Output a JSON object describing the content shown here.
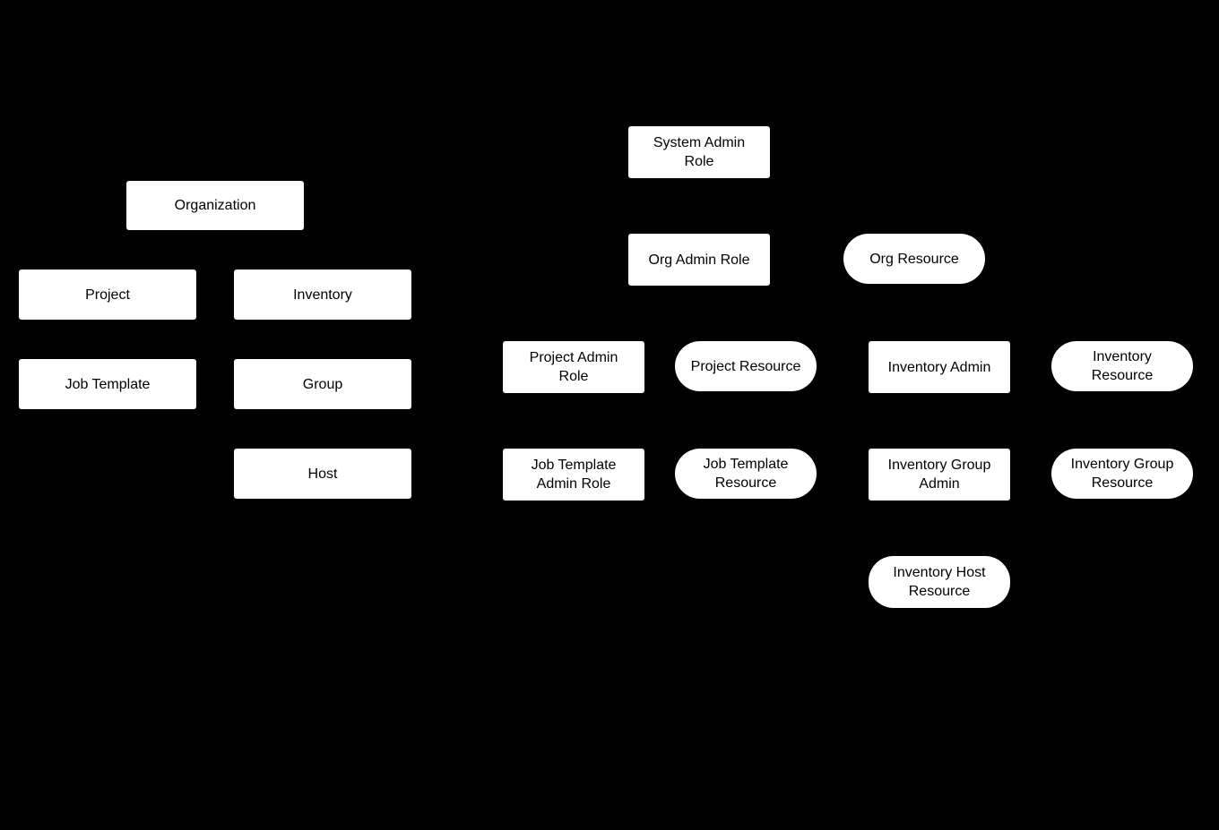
{
  "diagram": {
    "colors": {
      "background": "#000000",
      "node_fill": "#ffffff",
      "node_text": "#000000"
    },
    "nodes": {
      "organization": {
        "label": "Organization",
        "shape": "rect"
      },
      "project": {
        "label": "Project",
        "shape": "rect"
      },
      "inventory": {
        "label": "Inventory",
        "shape": "rect"
      },
      "job_template": {
        "label": "Job Template",
        "shape": "rect"
      },
      "group": {
        "label": "Group",
        "shape": "rect"
      },
      "host": {
        "label": "Host",
        "shape": "rect"
      },
      "system_admin_role": {
        "label": "System Admin\nRole",
        "shape": "rect"
      },
      "org_admin_role": {
        "label": "Org Admin Role",
        "shape": "rect"
      },
      "org_resource": {
        "label": "Org Resource",
        "shape": "pill"
      },
      "project_admin_role": {
        "label": "Project Admin\nRole",
        "shape": "rect"
      },
      "project_resource": {
        "label": "Project Resource",
        "shape": "pill"
      },
      "inventory_admin": {
        "label": "Inventory Admin",
        "shape": "rect"
      },
      "inventory_resource": {
        "label": "Inventory\nResource",
        "shape": "pill"
      },
      "job_template_admin_role": {
        "label": "Job Template\nAdmin Role",
        "shape": "rect"
      },
      "job_template_resource": {
        "label": "Job Template\nResource",
        "shape": "pill"
      },
      "inventory_group_admin": {
        "label": "Inventory Group\nAdmin",
        "shape": "rect"
      },
      "inventory_group_resource": {
        "label": "Inventory Group\nResource",
        "shape": "pill"
      },
      "inventory_host_resource": {
        "label": "Inventory Host\nResource",
        "shape": "pill"
      }
    }
  }
}
